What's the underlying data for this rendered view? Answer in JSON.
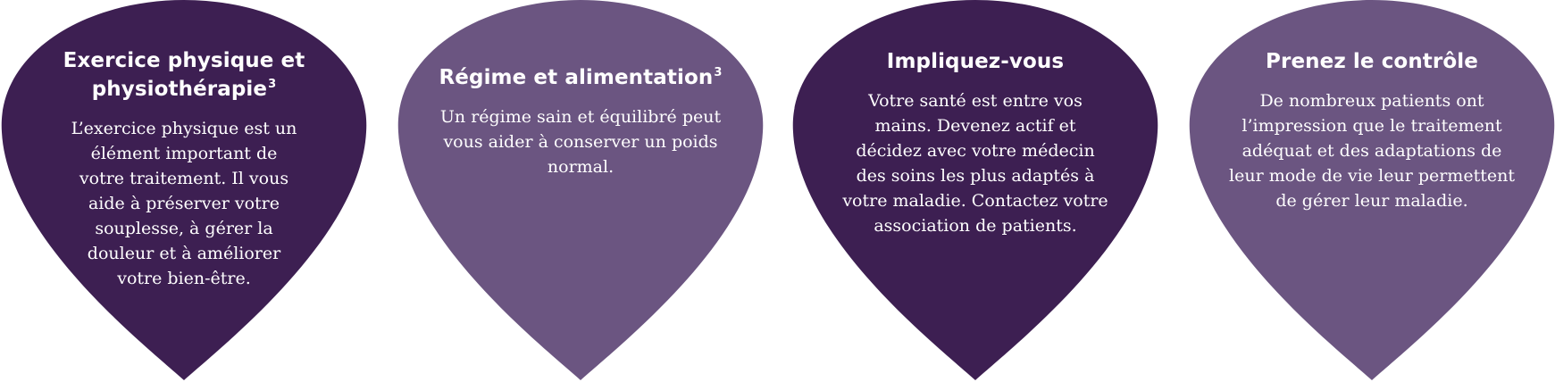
{
  "colors": {
    "dark_purple": "#3d1f52",
    "light_purple": "#6b5581",
    "text": "#ffffff"
  },
  "cards": [
    {
      "title": "Exercice physique et physiothérapie",
      "superscript": "3",
      "body": "L’exercice physique est un élément important de votre traitement. Il vous aide à préserver votre souplesse, à gérer la douleur et à améliorer votre bien-être.",
      "color": "#3d1f52"
    },
    {
      "title": "Régime et alimentation",
      "superscript": "3",
      "body": "Un régime sain et équilibré peut vous aider à conserver un poids normal.",
      "color": "#6b5581"
    },
    {
      "title": "Impliquez-vous",
      "superscript": "",
      "body": "Votre santé est entre vos mains. Devenez actif et décidez avec votre médecin des soins les plus adaptés à votre maladie. Contactez votre association de patients.",
      "color": "#3d1f52"
    },
    {
      "title": "Prenez le contrôle",
      "superscript": "",
      "body": "De nombreux patients ont l’impression que le traitement adéquat et des adaptations de leur mode de vie leur permettent de gérer leur maladie.",
      "color": "#6b5581"
    }
  ]
}
